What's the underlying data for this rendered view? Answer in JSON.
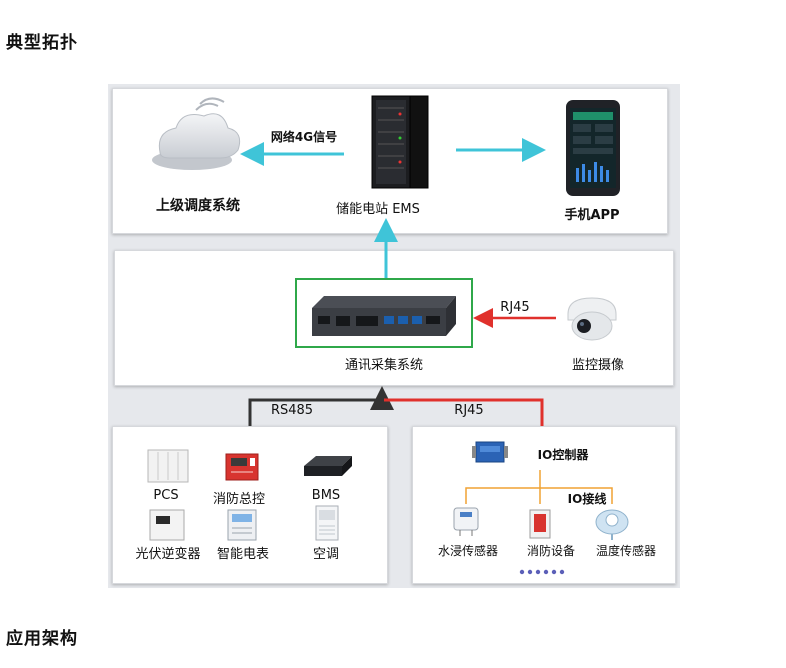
{
  "headings": {
    "topology": "典型拓扑",
    "architecture": "应用架构"
  },
  "top": {
    "cloud_label": "上级调度系统",
    "network_label": "网络4G信号",
    "ems_label": "储能电站 EMS",
    "app_label": "手机APP"
  },
  "middle": {
    "gateway_label": "通讯采集系统",
    "rj45_label": "RJ45",
    "camera_label": "监控摄像"
  },
  "links": {
    "rs485_label": "RS485",
    "rj45_label": "RJ45"
  },
  "bottom_left": {
    "devices": [
      "PCS",
      "消防总控",
      "BMS",
      "光伏逆变器",
      "智能电表",
      "空调"
    ]
  },
  "bottom_right": {
    "io_controller_label": "IO控制器",
    "io_wire_label": "IO接线",
    "sensors": [
      "水浸传感器",
      "消防设备",
      "温度传感器"
    ]
  },
  "colors": {
    "cyan": "#3fc4d8",
    "red": "#e0312c",
    "green": "#2fa84a",
    "orange": "#f0a233",
    "dark": "#333333"
  }
}
